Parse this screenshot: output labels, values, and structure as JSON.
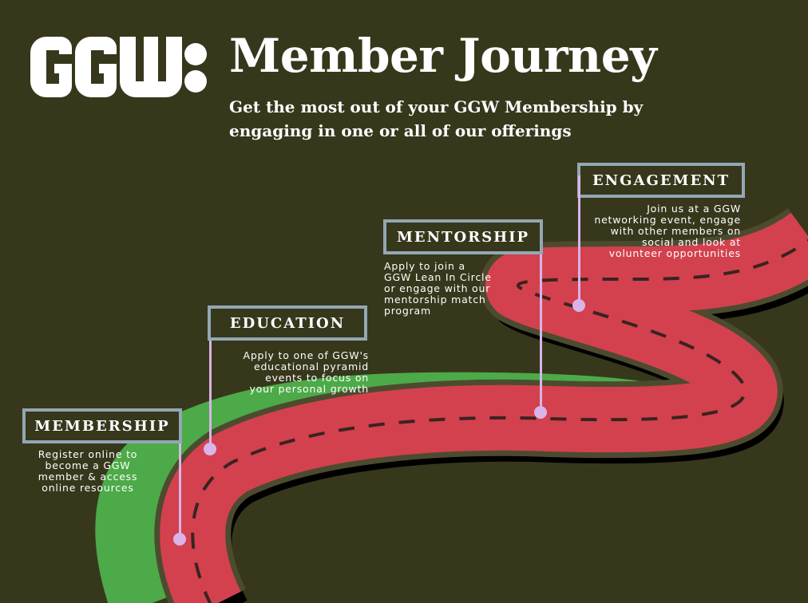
{
  "logo": {
    "text": "GGW:"
  },
  "header": {
    "title": "Member Journey",
    "subtitle": "Get the most out of your GGW Membership by engaging in one or all of our offerings"
  },
  "colors": {
    "background": "#37371c",
    "road": "#d3414e",
    "road_edge": "#4d4b2f",
    "road_shadow": "#000000",
    "grass": "#4caa48",
    "box_border": "#93a7b4",
    "pin": "#d8b4e8"
  },
  "stages": [
    {
      "label": "MEMBERSHIP",
      "description": "Register online to\nbecome a GGW\nmember & access\nonline resources"
    },
    {
      "label": "EDUCATION",
      "description": "Apply to one of GGW's\neducational pyramid\nevents  to focus on\nyour personal growth"
    },
    {
      "label": "MENTORSHIP",
      "description": "Apply to join a\nGGW Lean In Circle\nor engage with our\nmentorship match\nprogram"
    },
    {
      "label": "ENGAGEMENT",
      "description": "Join us at a GGW\nnetworking event, engage\nwith other members on\nsocial and look at\nvolunteer opportunities"
    }
  ]
}
